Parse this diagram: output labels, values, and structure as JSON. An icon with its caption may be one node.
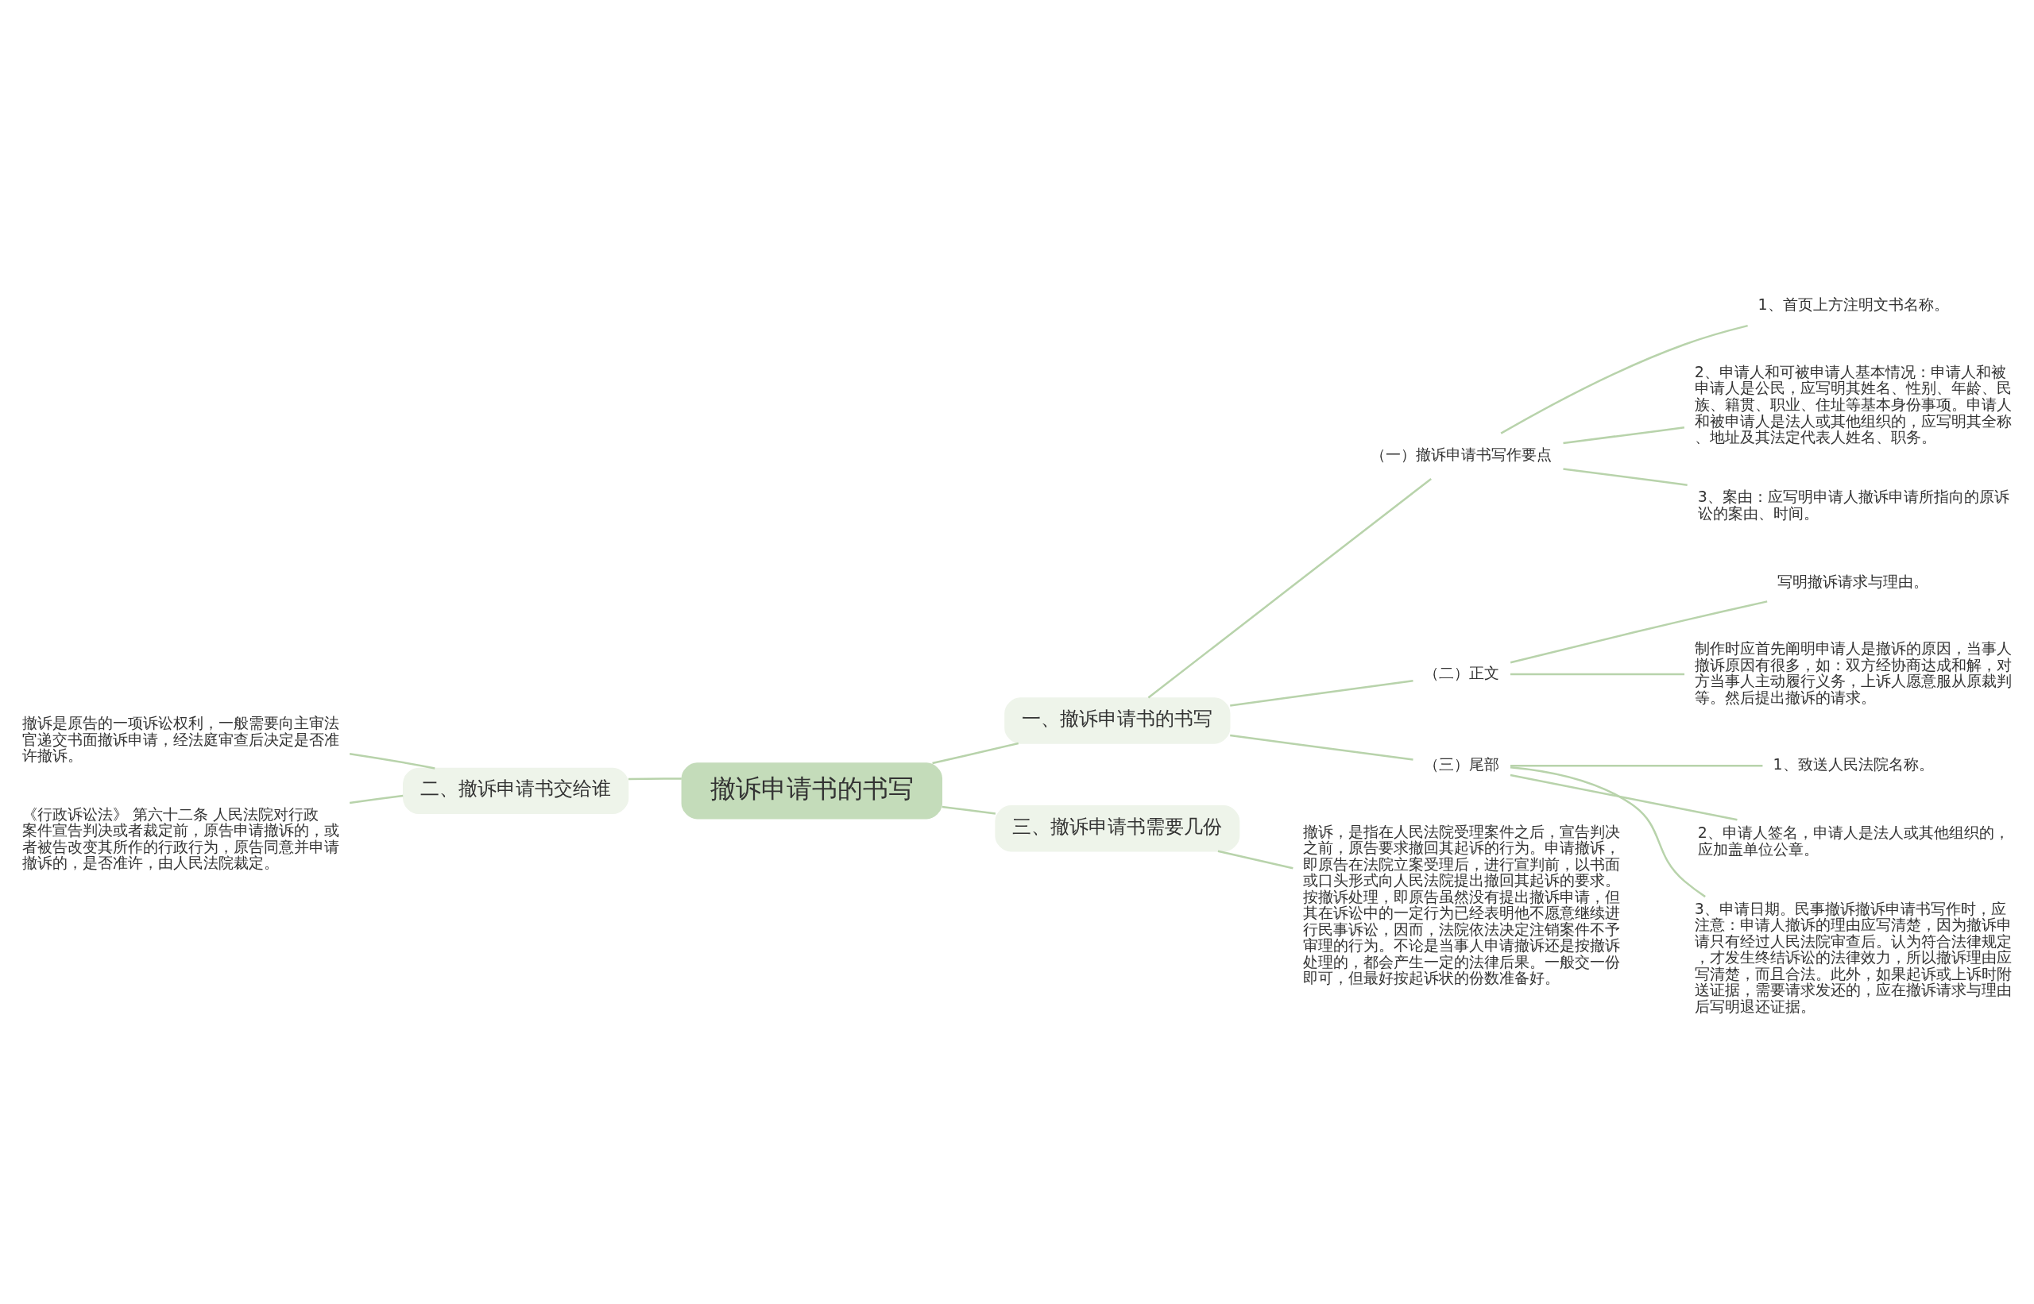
{
  "diagram": {
    "nodes": [
      {
        "text": [
          "撤诉申请书的书写"
        ]
      },
      {
        "text": [
          "一、撤诉申请书的书写"
        ]
      },
      {
        "text": [
          "（一）撤诉申请书写作要点"
        ]
      },
      {
        "text": [
          "1、首页上方注明文书名称。"
        ]
      },
      {
        "text": [
          "2、申请人和可被申请人基本情况：申请人和被申请人是公民，应写明其姓名、性别、年龄、民族、籍贯、职业、住址等基本身份事项。申请人和被申请人是法人或其他组织的，应写明其全称、地址及其法定代表人姓名、职务。"
        ]
      },
      {
        "text": [
          "3、案由：应写明申请人撤诉申请所指向的原诉讼的案由、时间。"
        ]
      },
      {
        "text": [
          "（二）正文"
        ]
      },
      {
        "text": [
          "写明撤诉请求与理由。"
        ]
      },
      {
        "text": [
          "制作时应首先阐明申请人是撤诉的原因，当事人撤诉原因有很多，如：双方经协商达成和解，对方当事人主动履行义务，上诉人愿意服从原裁判等。然后提出撤诉的请求。"
        ]
      },
      {
        "text": [
          "（三）尾部"
        ]
      },
      {
        "text": [
          "1、致送人民法院名称。"
        ]
      },
      {
        "text": [
          "2、申请人签名，申请人是法人或其他组织的，应加盖单位公章。"
        ]
      },
      {
        "text": [
          "3、申请日期。民事撤诉撤诉申请书写作时，应注意：申请人撤诉的理由应写清楚，因为撤诉申请只有经过人民法院审查后。认为符合法律规定，才发生终结诉讼的法律效力，所以撤诉理由应写清楚，而且合法。此外，如果起诉或上诉时附送证据，需要请求发还的，应在撤诉请求与理由后写明退还证据。"
        ]
      },
      {
        "text": [
          "二、撤诉申请书交给谁"
        ]
      },
      {
        "text": [
          "撤诉是原告的一项诉讼权利，一般需要向主审法官递交书面撤诉申请，经法庭审查后决定是否准许撤诉。"
        ]
      },
      {
        "text": [
          "《行政诉讼法》 第六十二条 人民法院对行政案件宣告判决或者裁定前，原告申请撤诉的，或者被告改变其所作的行政行为，原告同意并申请撤诉的，是否准许，由人民法院裁定。"
        ]
      },
      {
        "text": [
          "三、撤诉申请书需要几份"
        ]
      },
      {
        "text": [
          "撤诉，是指在人民法院受理案件之后，宣告判决之前，原告要求撤回其起诉的行为。申请撤诉，即原告在法院立案受理后，进行宣判前，以书面或口头形式向人民法院提出撤回其起诉的要求。按撤诉处理，即原告虽然没有提出撤诉申请，但其在诉讼中的一定行为已经表明他不愿意继续进行民事诉讼，因而，法院依法决定注销案件不予审理的行为。不论是当事人申请撤诉还是按撤诉处理的，都会产生一定的法律后果。一般交一份即可，但最好按起诉状的份数准备好。"
        ]
      }
    ],
    "edges": [
      {
        "from": 0,
        "to": 1,
        "arrow": "none"
      },
      {
        "from": 1,
        "to": 2,
        "arrow": "none"
      },
      {
        "from": 2,
        "to": 3,
        "arrow": "none"
      },
      {
        "from": 2,
        "to": 4,
        "arrow": "none"
      },
      {
        "from": 2,
        "to": 5,
        "arrow": "none"
      },
      {
        "from": 1,
        "to": 6,
        "arrow": "none"
      },
      {
        "from": 6,
        "to": 7,
        "arrow": "none"
      },
      {
        "from": 6,
        "to": 8,
        "arrow": "none"
      },
      {
        "from": 1,
        "to": 9,
        "arrow": "none"
      },
      {
        "from": 9,
        "to": 10,
        "arrow": "none"
      },
      {
        "from": 9,
        "to": 11,
        "arrow": "none"
      },
      {
        "from": 9,
        "to": 12,
        "arrow": "none"
      },
      {
        "from": 0,
        "to": 13,
        "arrow": "none"
      },
      {
        "from": 13,
        "to": 14,
        "arrow": "none"
      },
      {
        "from": 13,
        "to": 15,
        "arrow": "none"
      },
      {
        "from": 0,
        "to": 16,
        "arrow": "none"
      },
      {
        "from": 16,
        "to": 17,
        "arrow": "none"
      }
    ]
  }
}
